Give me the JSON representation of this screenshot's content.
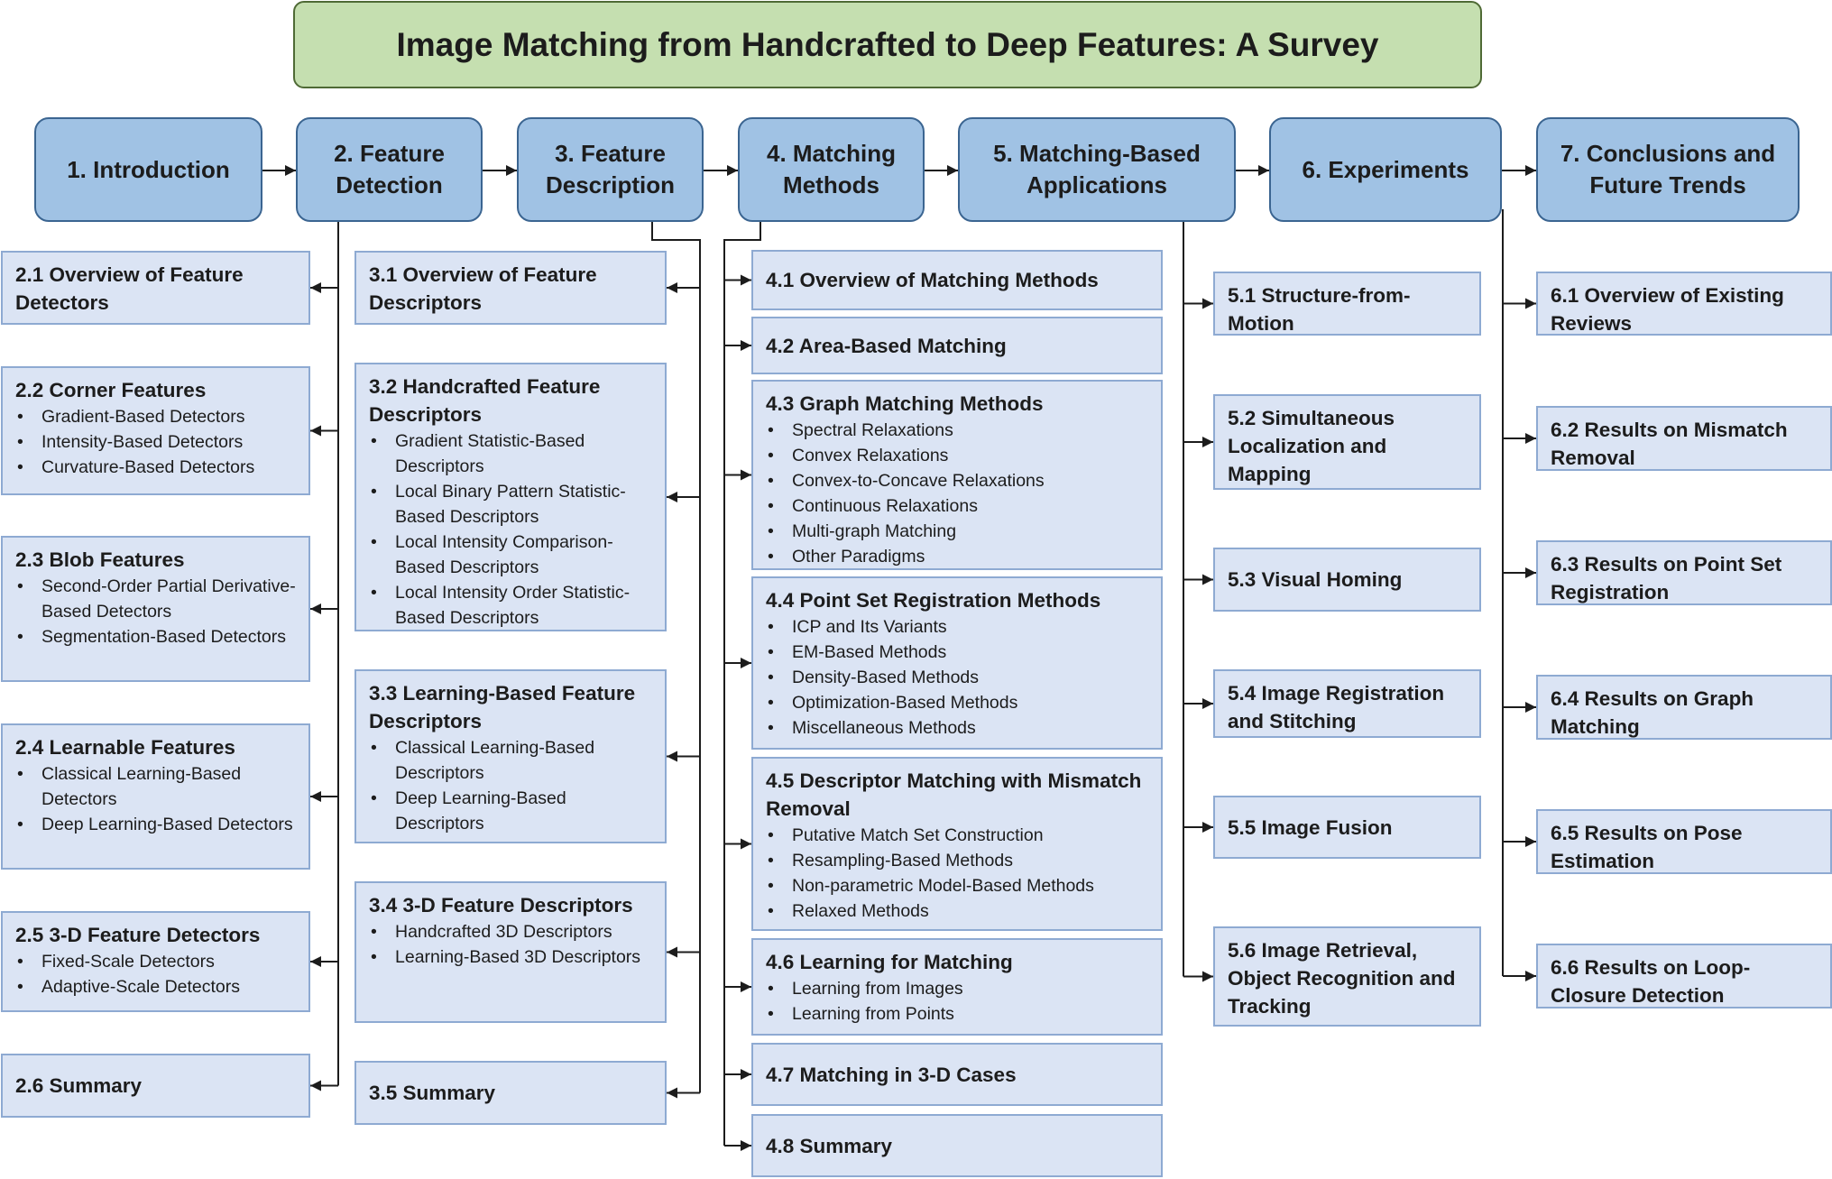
{
  "title": "Image Matching from Handcrafted to Deep Features: A Survey",
  "chapters": [
    {
      "id": "c1",
      "label": "1. Introduction"
    },
    {
      "id": "c2",
      "label": "2. Feature\nDetection"
    },
    {
      "id": "c3",
      "label": "3. Feature\nDescription"
    },
    {
      "id": "c4",
      "label": "4. Matching\nMethods"
    },
    {
      "id": "c5",
      "label": "5. Matching-Based\nApplications"
    },
    {
      "id": "c6",
      "label": "6. Experiments"
    },
    {
      "id": "c7",
      "label": "7. Conclusions and\nFuture Trends"
    }
  ],
  "sections": [
    {
      "id": "s2_1",
      "title": "2.1 Overview of Feature Detectors",
      "items": []
    },
    {
      "id": "s2_2",
      "title": "2.2 Corner Features",
      "items": [
        "Gradient-Based Detectors",
        "Intensity-Based Detectors",
        "Curvature-Based Detectors"
      ]
    },
    {
      "id": "s2_3",
      "title": "2.3 Blob Features",
      "items": [
        "Second-Order Partial Derivative-Based Detectors",
        "Segmentation-Based Detectors"
      ]
    },
    {
      "id": "s2_4",
      "title": "2.4 Learnable Features",
      "items": [
        "Classical Learning-Based Detectors",
        "Deep Learning-Based Detectors"
      ]
    },
    {
      "id": "s2_5",
      "title": "2.5 3-D Feature Detectors",
      "items": [
        "Fixed-Scale Detectors",
        "Adaptive-Scale Detectors"
      ]
    },
    {
      "id": "s2_6",
      "title": "2.6 Summary",
      "items": []
    },
    {
      "id": "s3_1",
      "title": "3.1 Overview of Feature Descriptors",
      "items": []
    },
    {
      "id": "s3_2",
      "title": "3.2 Handcrafted Feature Descriptors",
      "items": [
        "Gradient Statistic-Based Descriptors",
        "Local Binary Pattern Statistic-Based Descriptors",
        "Local Intensity Comparison-Based Descriptors",
        "Local Intensity Order Statistic-Based Descriptors"
      ]
    },
    {
      "id": "s3_3",
      "title": "3.3 Learning-Based Feature Descriptors",
      "items": [
        "Classical Learning-Based Descriptors",
        "Deep Learning-Based Descriptors"
      ]
    },
    {
      "id": "s3_4",
      "title": "3.4 3-D Feature Descriptors",
      "items": [
        "Handcrafted 3D Descriptors",
        "Learning-Based 3D Descriptors"
      ]
    },
    {
      "id": "s3_5",
      "title": "3.5 Summary",
      "items": []
    },
    {
      "id": "s4_1",
      "title": "4.1 Overview of Matching Methods",
      "items": []
    },
    {
      "id": "s4_2",
      "title": "4.2 Area-Based Matching",
      "items": []
    },
    {
      "id": "s4_3",
      "title": "4.3 Graph Matching Methods",
      "items": [
        "Spectral Relaxations",
        "Convex Relaxations",
        "Convex-to-Concave Relaxations",
        "Continuous Relaxations",
        "Multi-graph Matching",
        "Other Paradigms"
      ]
    },
    {
      "id": "s4_4",
      "title": "4.4 Point Set Registration Methods",
      "items": [
        "ICP and Its Variants",
        "EM-Based Methods",
        "Density-Based Methods",
        "Optimization-Based Methods",
        "Miscellaneous Methods"
      ]
    },
    {
      "id": "s4_5",
      "title": "4.5 Descriptor Matching with Mismatch Removal",
      "items": [
        "Putative Match Set Construction",
        "Resampling-Based Methods",
        "Non-parametric Model-Based Methods",
        "Relaxed Methods"
      ]
    },
    {
      "id": "s4_6",
      "title": "4.6 Learning for Matching",
      "items": [
        "Learning from Images",
        "Learning from Points"
      ]
    },
    {
      "id": "s4_7",
      "title": "4.7 Matching in 3-D Cases",
      "items": []
    },
    {
      "id": "s4_8",
      "title": "4.8 Summary",
      "items": []
    },
    {
      "id": "s5_1",
      "title": "5.1 Structure-from-Motion",
      "items": []
    },
    {
      "id": "s5_2",
      "title": "5.2 Simultaneous Localization and Mapping",
      "items": []
    },
    {
      "id": "s5_3",
      "title": "5.3 Visual Homing",
      "items": []
    },
    {
      "id": "s5_4",
      "title": "5.4 Image Registration and Stitching",
      "items": []
    },
    {
      "id": "s5_5",
      "title": "5.5 Image Fusion",
      "items": []
    },
    {
      "id": "s5_6",
      "title": "5.6 Image Retrieval, Object Recognition and Tracking",
      "items": []
    },
    {
      "id": "s6_1",
      "title": "6.1 Overview of Existing Reviews",
      "items": []
    },
    {
      "id": "s6_2",
      "title": "6.2 Results on Mismatch Removal",
      "items": []
    },
    {
      "id": "s6_3",
      "title": "6.3 Results on Point Set Registration",
      "items": []
    },
    {
      "id": "s6_4",
      "title": "6.4 Results on Graph Matching",
      "items": []
    },
    {
      "id": "s6_5",
      "title": "6.5 Results on Pose Estimation",
      "items": []
    },
    {
      "id": "s6_6",
      "title": "6.6 Results on Loop-Closure Detection",
      "items": []
    }
  ]
}
